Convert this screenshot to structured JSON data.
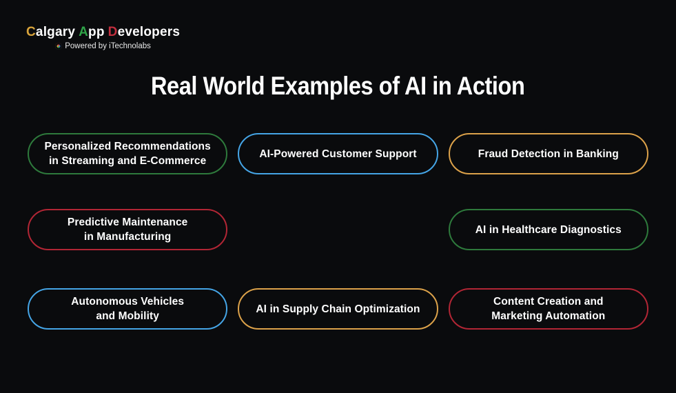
{
  "logo": {
    "word1_initial": "C",
    "word1_rest": "algary",
    "word2_initial": "A",
    "word2_rest": "pp",
    "word3_initial": "D",
    "word3_rest": "evelopers",
    "tagline": "Powered by iTechnolabs"
  },
  "title": "Real World Examples of AI in Action",
  "colors": {
    "green": "#2e7a3c",
    "blue": "#45a5e6",
    "orange": "#dca24a",
    "red": "#b22635",
    "gold": "#d9a43b",
    "logoGreen": "#2fa448",
    "logoRed": "#c22f3e"
  },
  "pills": [
    {
      "line1": "Personalized Recommendations",
      "line2": "in Streaming and E-Commerce",
      "color": "green"
    },
    {
      "line1": "AI-Powered Customer Support",
      "line2": "",
      "color": "blue"
    },
    {
      "line1": "Fraud Detection in Banking",
      "line2": "",
      "color": "orange"
    },
    {
      "line1": "Predictive Maintenance",
      "line2": "in Manufacturing",
      "color": "red"
    },
    {
      "line1": "AI in Healthcare Diagnostics",
      "line2": "",
      "color": "green"
    },
    {
      "line1": "Autonomous Vehicles",
      "line2": "and Mobility",
      "color": "blue"
    },
    {
      "line1": "AI in Supply Chain Optimization",
      "line2": "",
      "color": "orange"
    },
    {
      "line1": "Content Creation and",
      "line2": "Marketing Automation",
      "color": "red"
    }
  ]
}
